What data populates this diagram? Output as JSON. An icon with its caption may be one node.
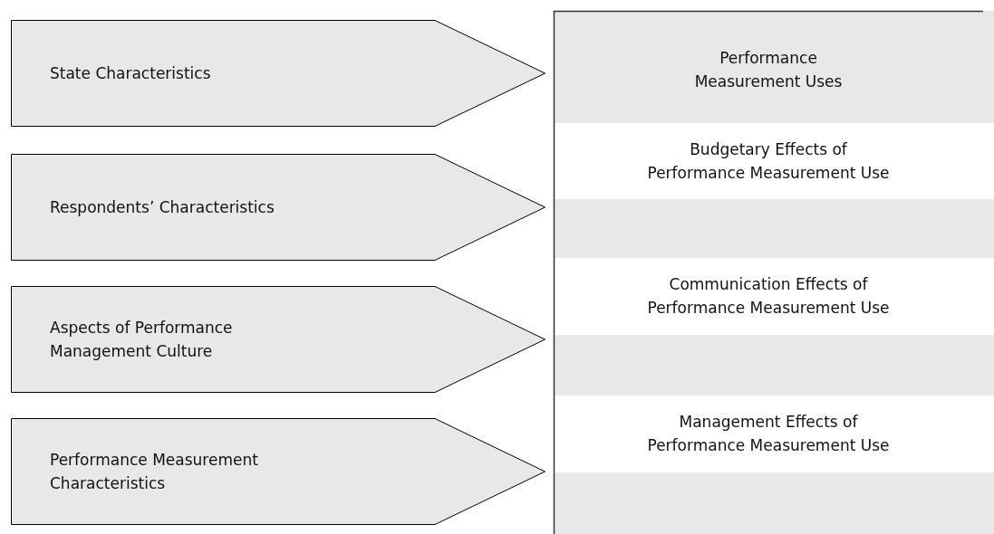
{
  "diagram": {
    "nodes": [
      {
        "text": [
          "State Characteristics"
        ]
      },
      {
        "text": [
          "Respondents’ Characteristics"
        ]
      },
      {
        "text": [
          "Aspects of Performance Management Culture"
        ]
      },
      {
        "text": [
          "Performance Measurement Characteristics"
        ]
      },
      {
        "text": [],
        "shape": "box"
      },
      {
        "text": [
          "Performance Measurement Uses"
        ],
        "in": 4
      },
      {
        "text": [
          "Budgetary Effects of Performance Measurement Use"
        ],
        "in": 4
      },
      {
        "text": [
          "Communication Effects of Performance Measurement Use"
        ],
        "in": 4
      },
      {
        "text": [
          "Management Effects of Performance Measurement Use"
        ],
        "in": 4
      }
    ]
  }
}
